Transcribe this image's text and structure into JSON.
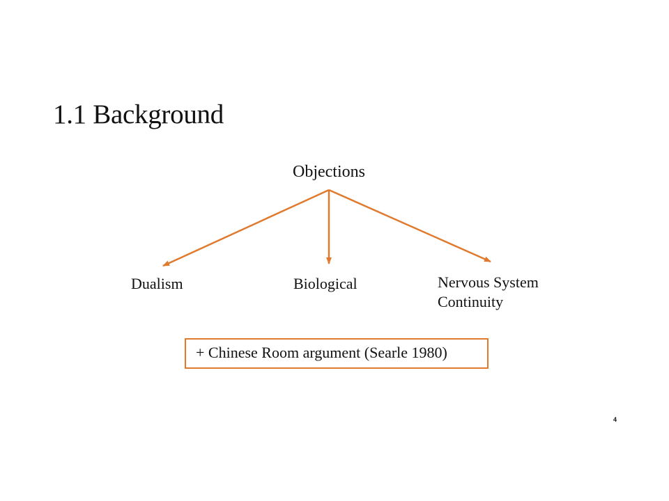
{
  "slide": {
    "title": "1.1 Background",
    "page_number": "4"
  },
  "diagram": {
    "accent_color": "#e07a2e",
    "root": "Objections",
    "branches": [
      {
        "lines": [
          "Dualism"
        ]
      },
      {
        "lines": [
          "Biological"
        ]
      },
      {
        "lines": [
          "Nervous System",
          "Continuity"
        ]
      }
    ],
    "note": "+ Chinese Room argument (Searle 1980)"
  }
}
